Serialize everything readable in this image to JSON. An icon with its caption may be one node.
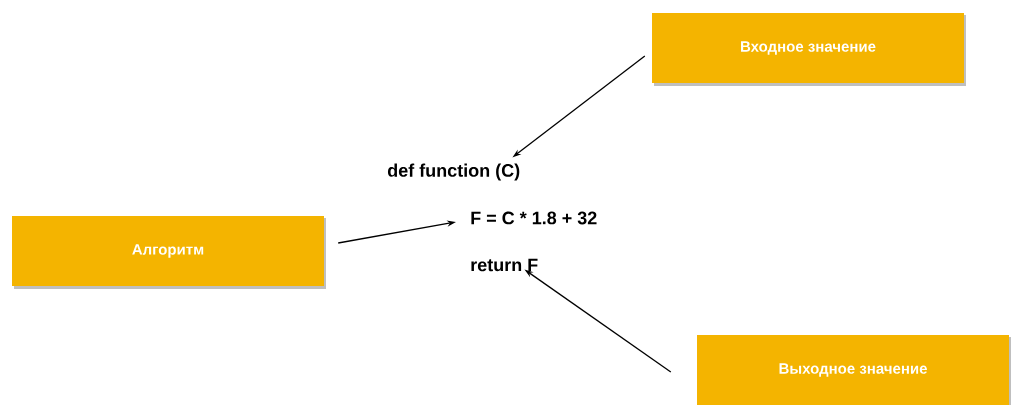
{
  "diagram": {
    "nodes": [
      {
        "text": [
          "Входное значение"
        ]
      },
      {
        "text": [
          "def function (C)"
        ]
      },
      {
        "text": [
          "Алгоритм"
        ]
      },
      {
        "text": [
          "F = C * 1.8 + 32"
        ]
      },
      {
        "text": [
          "return F"
        ]
      },
      {
        "text": [
          "Выходное значение"
        ]
      }
    ],
    "edges": [
      {
        "from": 0,
        "to": 1,
        "arrow": "to"
      },
      {
        "from": 2,
        "to": 3,
        "arrow": "to"
      },
      {
        "from": 5,
        "to": 4,
        "arrow": "to"
      }
    ]
  }
}
